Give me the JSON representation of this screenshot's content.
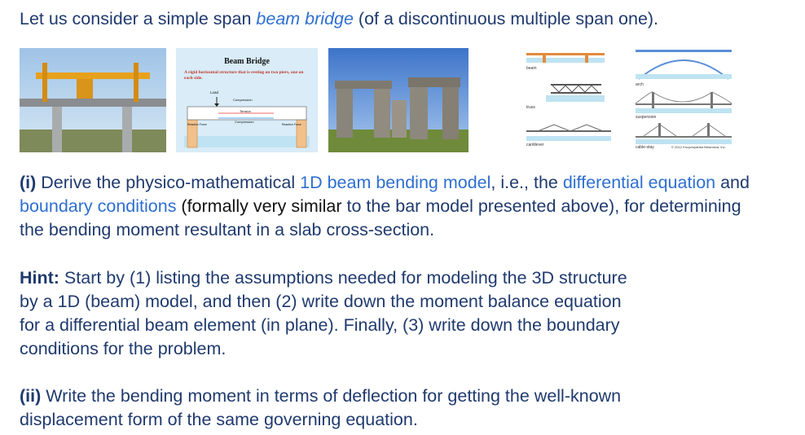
{
  "title": {
    "pre": "Let us consider a simple span ",
    "link": "beam bridge",
    "post": " (of a discontinuous multiple span one)."
  },
  "diagram": {
    "heading": "Beam Bridge",
    "subheading": "A rigid horizontal structure that is resting on two piers, one on each side.",
    "load": "Load",
    "compression_top": "Compression",
    "tension": "Tension",
    "compression_bottom": "Compression",
    "reaction_left": "Reaction Force",
    "reaction_right": "Reaction Force"
  },
  "types": {
    "beam": "beam",
    "truss": "truss",
    "cantilever": "cantilever",
    "arch": "arch",
    "suspension": "suspension",
    "cable_stay": "cable-stay",
    "copyright": "© 2012 Encyclopædia Britannica, Inc."
  },
  "part_i": {
    "label": "(i)",
    "t1": " Derive the physico-mathematical ",
    "t2": "1D beam bending model",
    "t3": ", i.e., the ",
    "t4": "differential equation",
    "t5": " and ",
    "t6": "boundary conditions",
    "t7": " (formally very similar",
    "t8": " to the bar model presented above), for determining the bending moment resultant in a slab cross-section."
  },
  "hint": {
    "label": "Hint:",
    "text": " Start by (1) listing the assumptions needed for modeling the 3D structure by a 1D (beam) model, and then (2) write down the moment balance equation for a differential beam element (in plane). Finally, (3) write down the boundary conditions for the problem."
  },
  "part_ii": {
    "label": "(ii)",
    "text": " Write the bending moment in terms of deflection for getting the well-known displacement form of the same governing equation."
  },
  "colors": {
    "heading_text": "#1f3a6e",
    "accent": "#2e6fd1",
    "diagram_bg": "#d9ecf7",
    "water": "#bfe3f2"
  }
}
